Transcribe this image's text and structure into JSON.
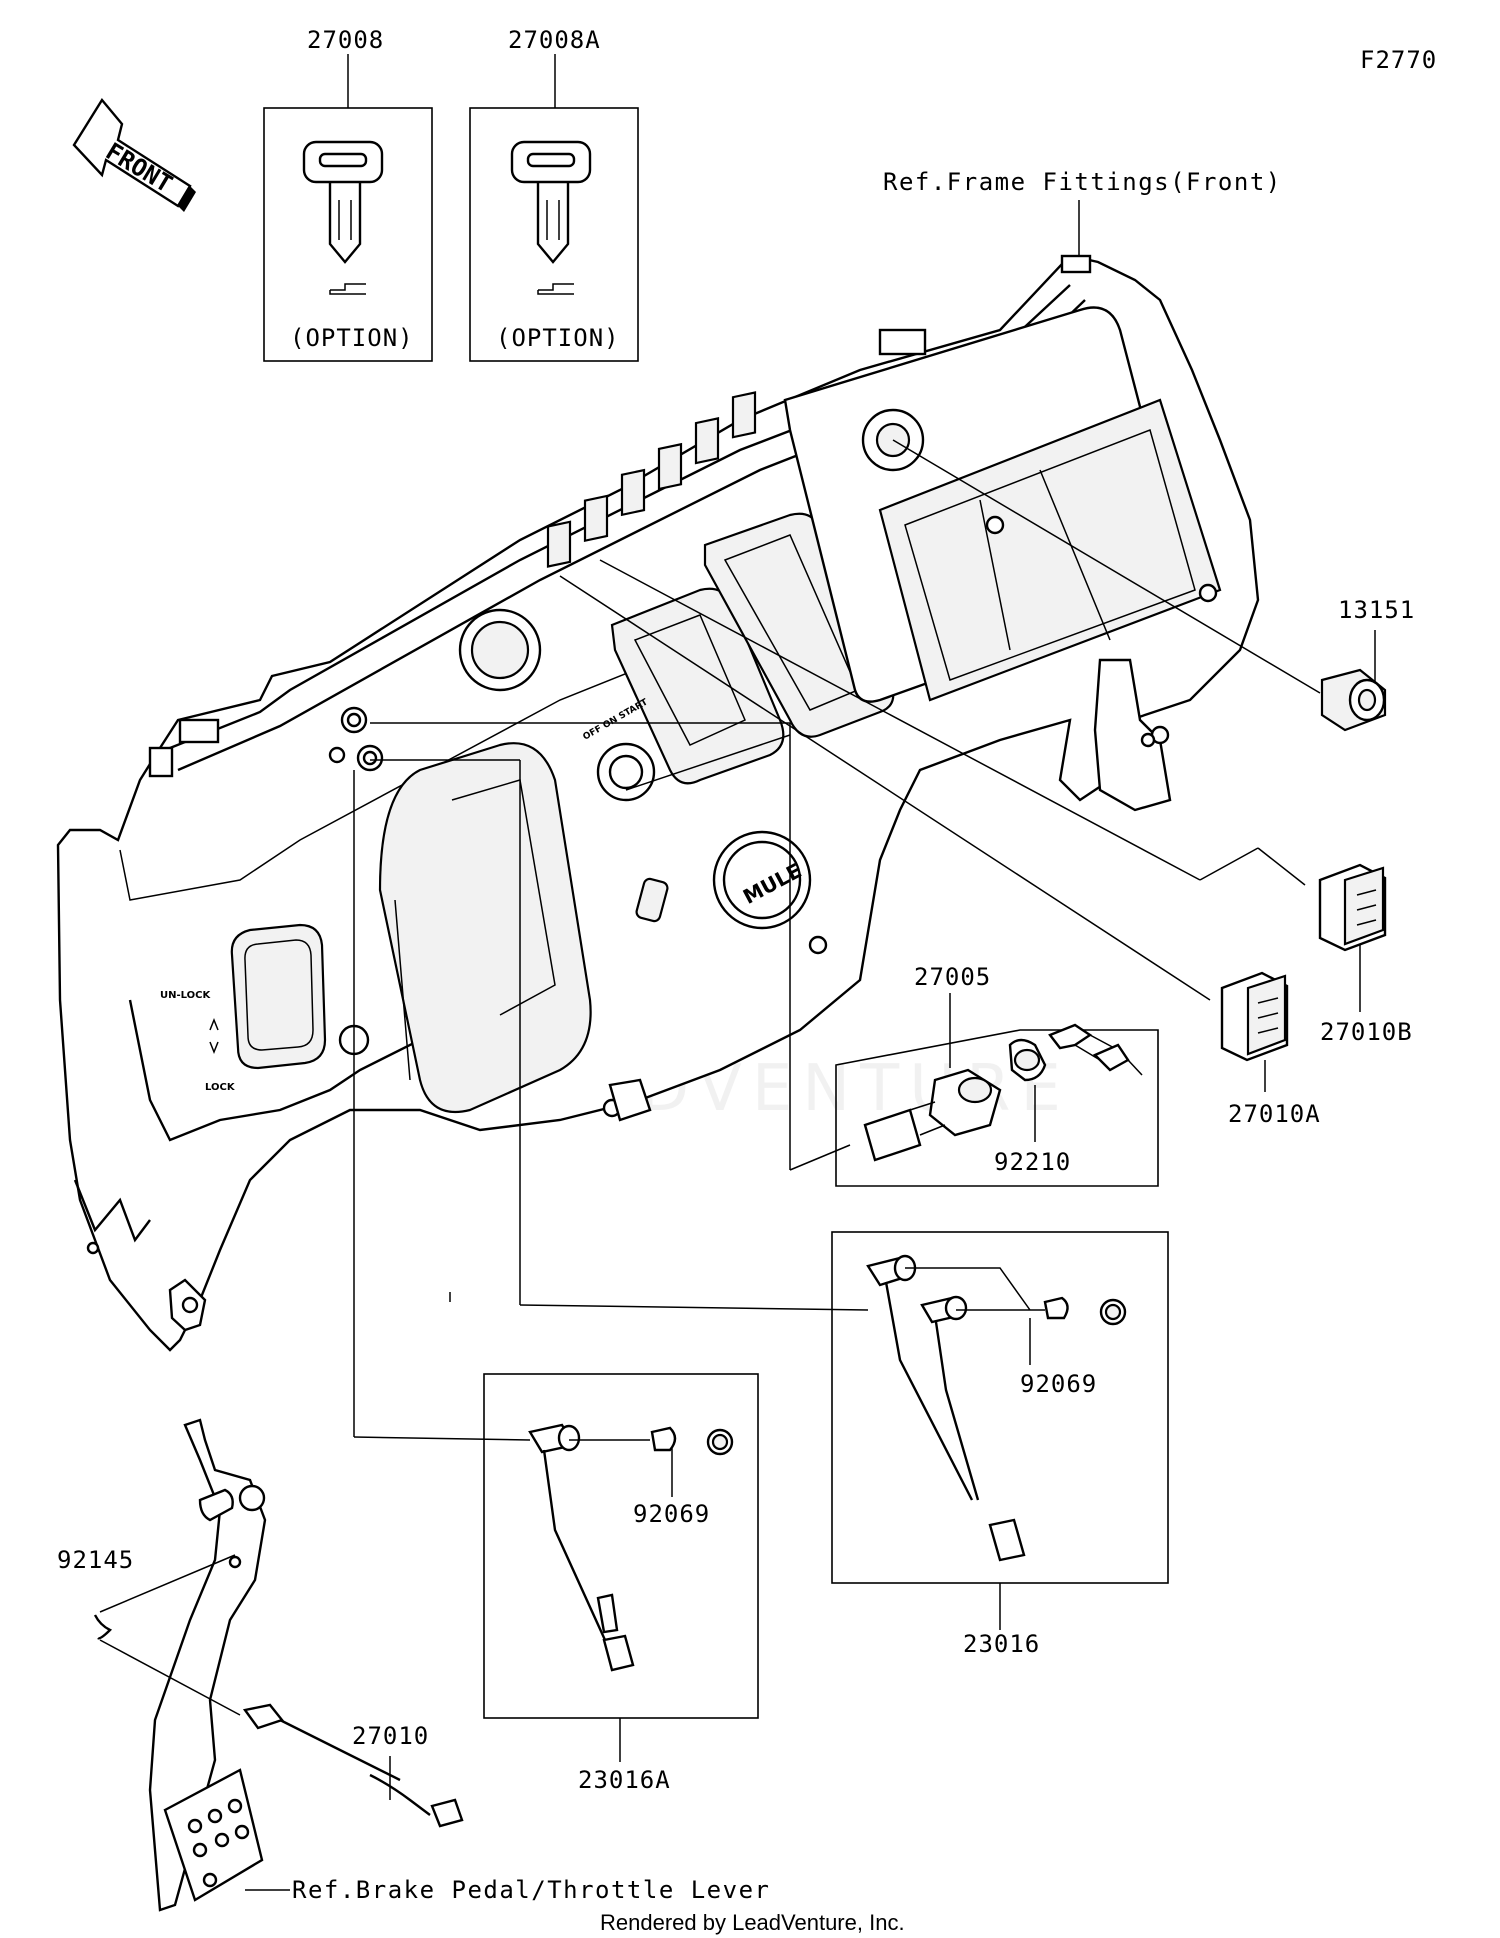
{
  "diagram_id": "F2770",
  "direction_label": "FRONT",
  "watermark": "LEADVENTURE",
  "labels": {
    "key_a": "27008",
    "key_b": "27008A",
    "option_a": "(OPTION)",
    "option_b": "(OPTION)",
    "ref_frame": "Ref.Frame Fittings(Front)",
    "socket": "13151",
    "switch_b": "27010B",
    "switch_a": "27010A",
    "ignition": "27005",
    "nut": "92210",
    "bulb_right": "92069",
    "harness_right": "23016",
    "bulb_left": "92069",
    "harness_left": "23016A",
    "spring": "92145",
    "brake_switch": "27010",
    "ref_brake": "Ref.Brake Pedal/Throttle Lever"
  },
  "footer": "Rendered by LeadVenture, Inc."
}
